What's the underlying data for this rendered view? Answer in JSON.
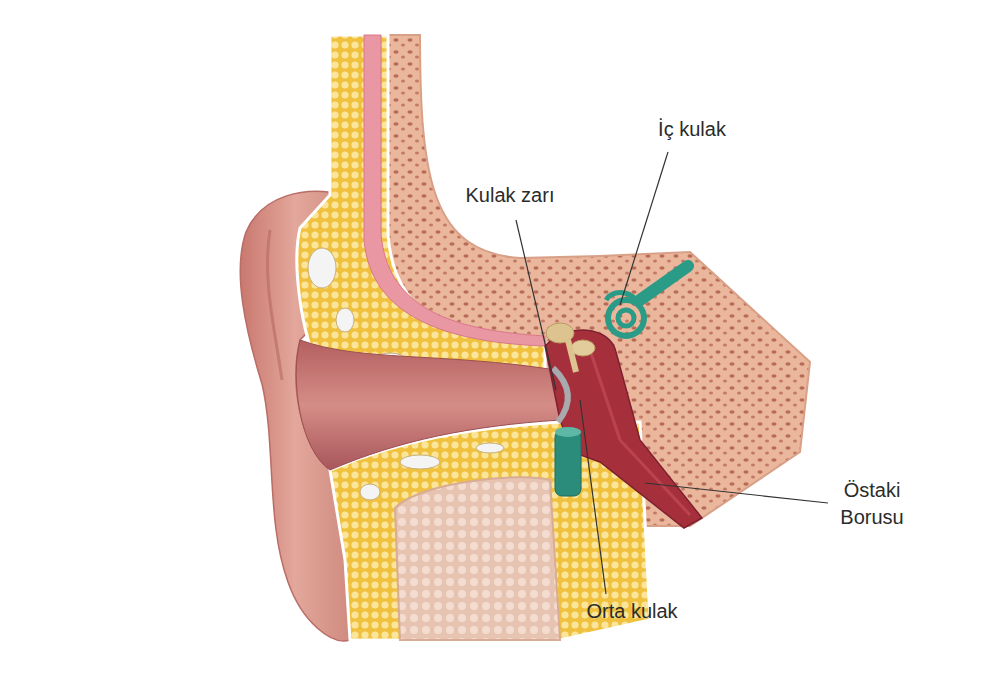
{
  "diagram": {
    "labels": [
      "İç kulak",
      "Kulak zarı",
      "Östaki Borusu",
      "Orta kulak"
    ]
  }
}
